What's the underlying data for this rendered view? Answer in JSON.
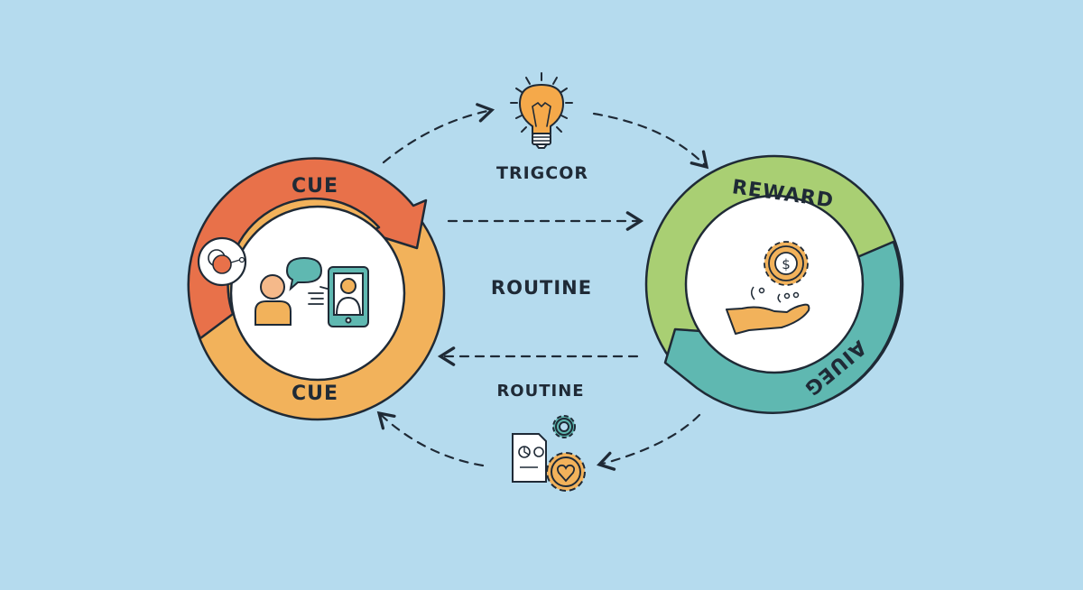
{
  "diagram": {
    "type": "habit-loop",
    "background_color": "#b5dbee",
    "left_cycle": {
      "top_label": "CUE",
      "bottom_label": "CUE",
      "top_color": "#e8714a",
      "bottom_color": "#f2b25b",
      "center_icon": "person-chatting-with-phone-icon",
      "badge_icon": "brain-badge-icon"
    },
    "right_cycle": {
      "top_label": "REWARD",
      "bottom_label": "AIUEG",
      "top_color": "#a9cf73",
      "bottom_color": "#5fb8b1",
      "center_icon": "hand-receiving-money-gear-icon"
    },
    "top_node": {
      "label": "TRIGCOR",
      "icon": "lightbulb-icon",
      "icon_color": "#f5a94a"
    },
    "middle_node": {
      "label": "ROUTINE"
    },
    "bottom_node": {
      "label": "ROUTINE",
      "icon": "document-with-gears-icon"
    },
    "connectors": [
      {
        "from": "left_cycle",
        "to": "top_node",
        "style": "dashed-arrow"
      },
      {
        "from": "top_node",
        "to": "right_cycle",
        "style": "dashed-arrow"
      },
      {
        "from": "left_cycle",
        "to": "right_cycle",
        "style": "dashed-arrow",
        "position": "upper-middle"
      },
      {
        "from": "right_cycle",
        "to": "left_cycle",
        "style": "dashed-arrow",
        "position": "lower-middle"
      },
      {
        "from": "right_cycle",
        "to": "bottom_node",
        "style": "dashed-arrow"
      },
      {
        "from": "bottom_node",
        "to": "left_cycle",
        "style": "dashed-arrow"
      }
    ],
    "outline_color": "#1f2a36"
  }
}
